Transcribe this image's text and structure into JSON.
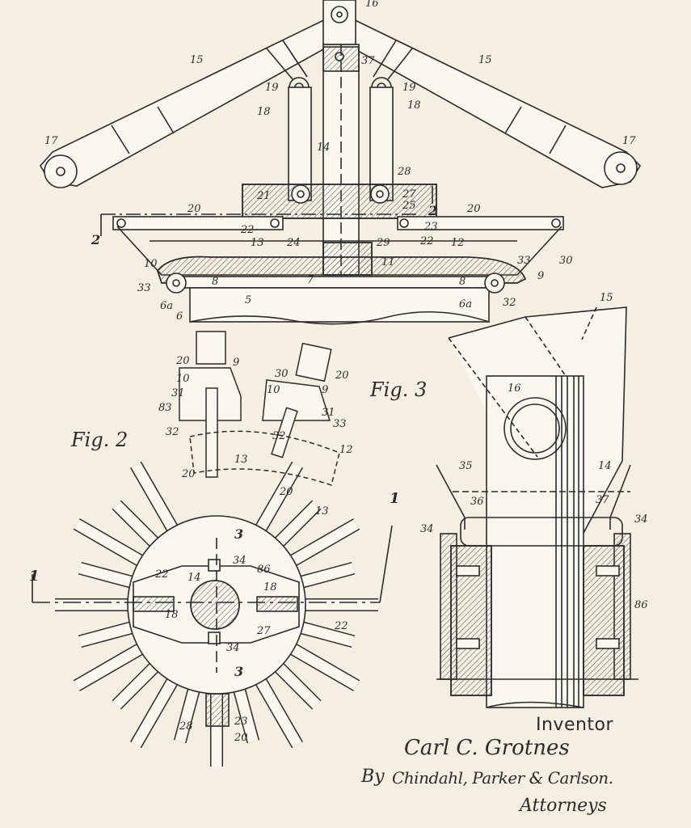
{
  "figures": {
    "fig2": "Fig. 2",
    "fig3": "Fig. 3"
  },
  "section_marks": {
    "one": "1",
    "two": "2",
    "three": "3"
  },
  "fig1_refs": [
    "15",
    "15",
    "16",
    "37",
    "19",
    "19",
    "18",
    "18",
    "14",
    "17",
    "17",
    "28",
    "27",
    "21",
    "25",
    "2",
    "20",
    "20",
    "22",
    "23",
    "24",
    "29",
    "22",
    "2",
    "13",
    "12",
    "10",
    "11",
    "30",
    "33",
    "9",
    "8",
    "8",
    "7",
    "33",
    "5",
    "6a",
    "6a",
    "32",
    "6"
  ],
  "fig2_refs": [
    "20",
    "9",
    "30",
    "20",
    "10",
    "31",
    "10",
    "9",
    "83",
    "31",
    "33",
    "32",
    "32",
    "12",
    "13",
    "20",
    "20",
    "13",
    "3",
    "34",
    "86",
    "22",
    "14",
    "18",
    "18",
    "27",
    "22",
    "34",
    "3",
    "28",
    "23",
    "20"
  ],
  "fig3_refs": [
    "15",
    "16",
    "14",
    "35",
    "36",
    "37",
    "34",
    "34",
    "86"
  ],
  "signature": {
    "inventor_label": "Inventor",
    "inventor_name": "Carl C. Grotnes",
    "by": "By",
    "firm": "Chindahl, Parker & Carlson.",
    "attorneys": "Attorneys"
  },
  "colors": {
    "paper": "#f4efe1",
    "ink": "#2b2b2b",
    "hatch": "#555555"
  }
}
